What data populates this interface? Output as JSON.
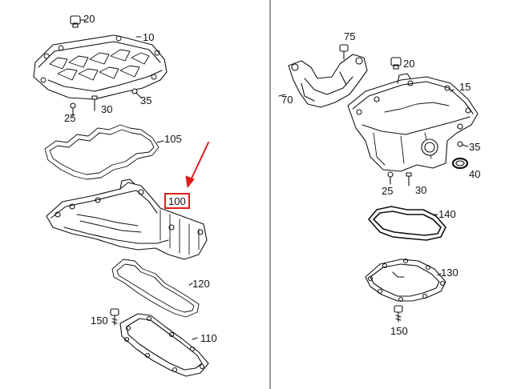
{
  "labels": {
    "l20a": "20",
    "l10": "10",
    "l35a": "35",
    "l25a": "25",
    "l30a": "30",
    "l105": "105",
    "l100": "100",
    "l120": "120",
    "l150a": "150",
    "l110": "110",
    "l75": "75",
    "l20b": "20",
    "l70": "70",
    "l15": "15",
    "l35b": "35",
    "l40": "40",
    "l25b": "25",
    "l30b": "30",
    "l140": "140",
    "l130": "130",
    "l150b": "150"
  },
  "colors": {
    "ink": "#111111",
    "highlight": "#e01a1a",
    "divider": "#333333"
  }
}
